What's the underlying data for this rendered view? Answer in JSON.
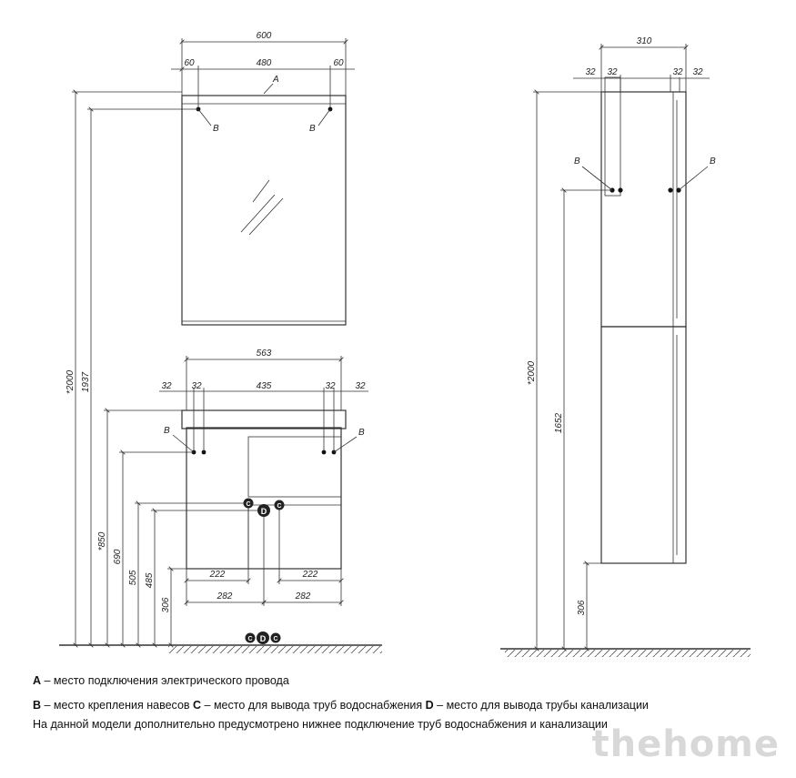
{
  "front_view": {
    "mirror_width": "600",
    "mirror_left_offset": "60",
    "mirror_mount_span": "480",
    "mirror_right_offset": "60",
    "connection_a_label": "A",
    "cabinet_width": "563",
    "cabinet_left_offset_outer": "32",
    "cabinet_left_offset_inner": "32",
    "cabinet_mount_span": "435",
    "cabinet_right_offset_inner": "32",
    "cabinet_right_offset_outer": "32",
    "water_left": "222",
    "water_right": "222",
    "drain_left": "282",
    "drain_right": "282",
    "height_total": "*2000",
    "height_mirror_mount": "1937",
    "height_cabinet": "*850",
    "height_cabinet_mount": "690",
    "height_water": "505",
    "height_drain": "485",
    "height_bottom": "306",
    "mount_label": "B",
    "water_label": "C",
    "drain_label": "D"
  },
  "side_view": {
    "depth_total": "310",
    "left_offset_outer": "32",
    "left_offset_inner": "32",
    "right_offset_inner": "32",
    "right_offset_outer": "32",
    "height_total": "*2000",
    "height_mount": "1652",
    "height_bottom": "306",
    "mount_label": "B"
  },
  "legend": {
    "a_key": "A",
    "a_text": " – место подключения электрического провода",
    "b_key": "B",
    "b_text": " – место крепления навесов ",
    "c_key": "C",
    "c_text": " – место для вывода труб водоснабжения ",
    "d_key": "D",
    "d_text": " – место для вывода трубы канализации",
    "note": "На данной модели дополнительно предусмотрено нижнее подключение труб водоснабжения и канализации"
  },
  "watermark": "thehome"
}
